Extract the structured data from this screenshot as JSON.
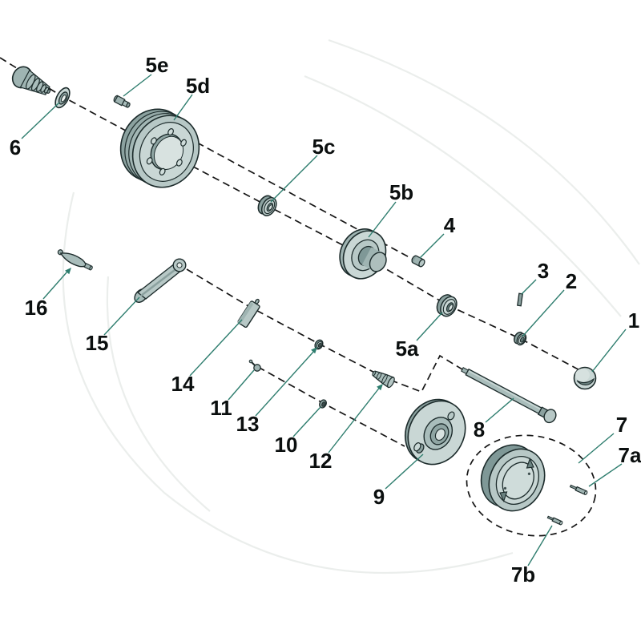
{
  "figure": {
    "type": "exploded-parts-diagram",
    "background": "#ffffff"
  },
  "colors": {
    "outline": "#1c2b2b",
    "part_light": "#c9d7d5",
    "part_mid": "#a9bdbb",
    "part_mid2": "#9fb4b2",
    "part_dark": "#7f9897",
    "part_darker": "#6b8280",
    "bore_light": "#d8e2e0",
    "leader": "#2e7d6e",
    "dash": "#161616",
    "watermark": "#ebeeec"
  },
  "labels": [
    {
      "id": "1",
      "text": "1"
    },
    {
      "id": "2",
      "text": "2"
    },
    {
      "id": "3",
      "text": "3"
    },
    {
      "id": "4",
      "text": "4"
    },
    {
      "id": "5a",
      "text": "5a"
    },
    {
      "id": "5b",
      "text": "5b"
    },
    {
      "id": "5c",
      "text": "5c"
    },
    {
      "id": "5d",
      "text": "5d"
    },
    {
      "id": "5e",
      "text": "5e"
    },
    {
      "id": "6",
      "text": "6"
    },
    {
      "id": "7",
      "text": "7"
    },
    {
      "id": "7a",
      "text": "7a"
    },
    {
      "id": "7b",
      "text": "7b"
    },
    {
      "id": "8",
      "text": "8"
    },
    {
      "id": "9",
      "text": "9"
    },
    {
      "id": "10",
      "text": "10"
    },
    {
      "id": "11",
      "text": "11"
    },
    {
      "id": "12",
      "text": "12"
    },
    {
      "id": "13",
      "text": "13"
    },
    {
      "id": "14",
      "text": "14"
    },
    {
      "id": "15",
      "text": "15"
    },
    {
      "id": "16",
      "text": "16"
    }
  ]
}
